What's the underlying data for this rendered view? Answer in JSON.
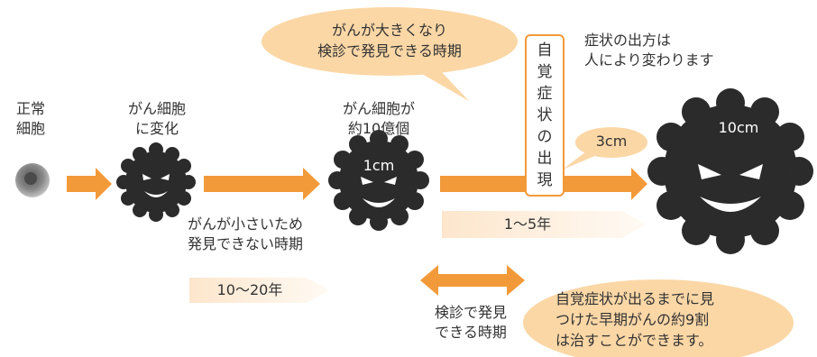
{
  "stages": {
    "normal": "正常\n細胞",
    "changed": "がん細胞\nに変化",
    "billion": "がん細胞が\n約10億個"
  },
  "sizes": {
    "one_cm": "1cm",
    "three_cm": "3cm",
    "ten_cm": "10cm"
  },
  "bubbles": {
    "detectable": "がんが大きくなり\n検診で発見できる時期",
    "early_cure": "自覚症状が出るまでに見\nつけた早期がんの約9割\nは治すことができます。"
  },
  "notes": {
    "undetectable": "がんが小さいため\n発見できない時期",
    "symptoms_vary": "症状の出方は\n人により変わります",
    "screening_period": "検診で発見\nできる時期"
  },
  "vertical_label": [
    "自",
    "覚",
    "症",
    "状",
    "の",
    "出",
    "現"
  ],
  "periods": {
    "long": "10〜20年",
    "short": "1〜5年"
  },
  "colors": {
    "accent_orange": "#f29a3a",
    "bubble_fill": "#fbd7a6",
    "period_band": "#fde9d2",
    "cell_dark": "#2b2b2b"
  }
}
